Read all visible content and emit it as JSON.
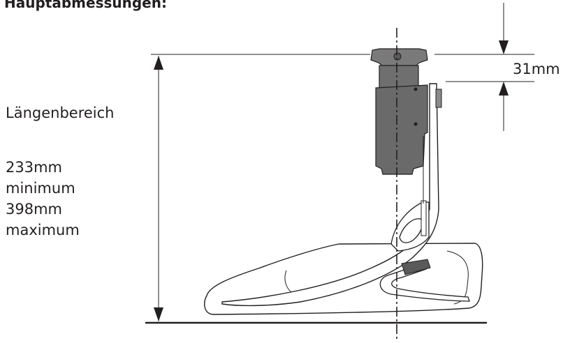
{
  "title": "Hauptabmessungen:",
  "length_range": {
    "label": "Längenbereich",
    "min_value": "233mm",
    "min_label": "minimum",
    "max_value": "398mm",
    "max_label": "maximum"
  },
  "top_dimension": "31mm"
}
